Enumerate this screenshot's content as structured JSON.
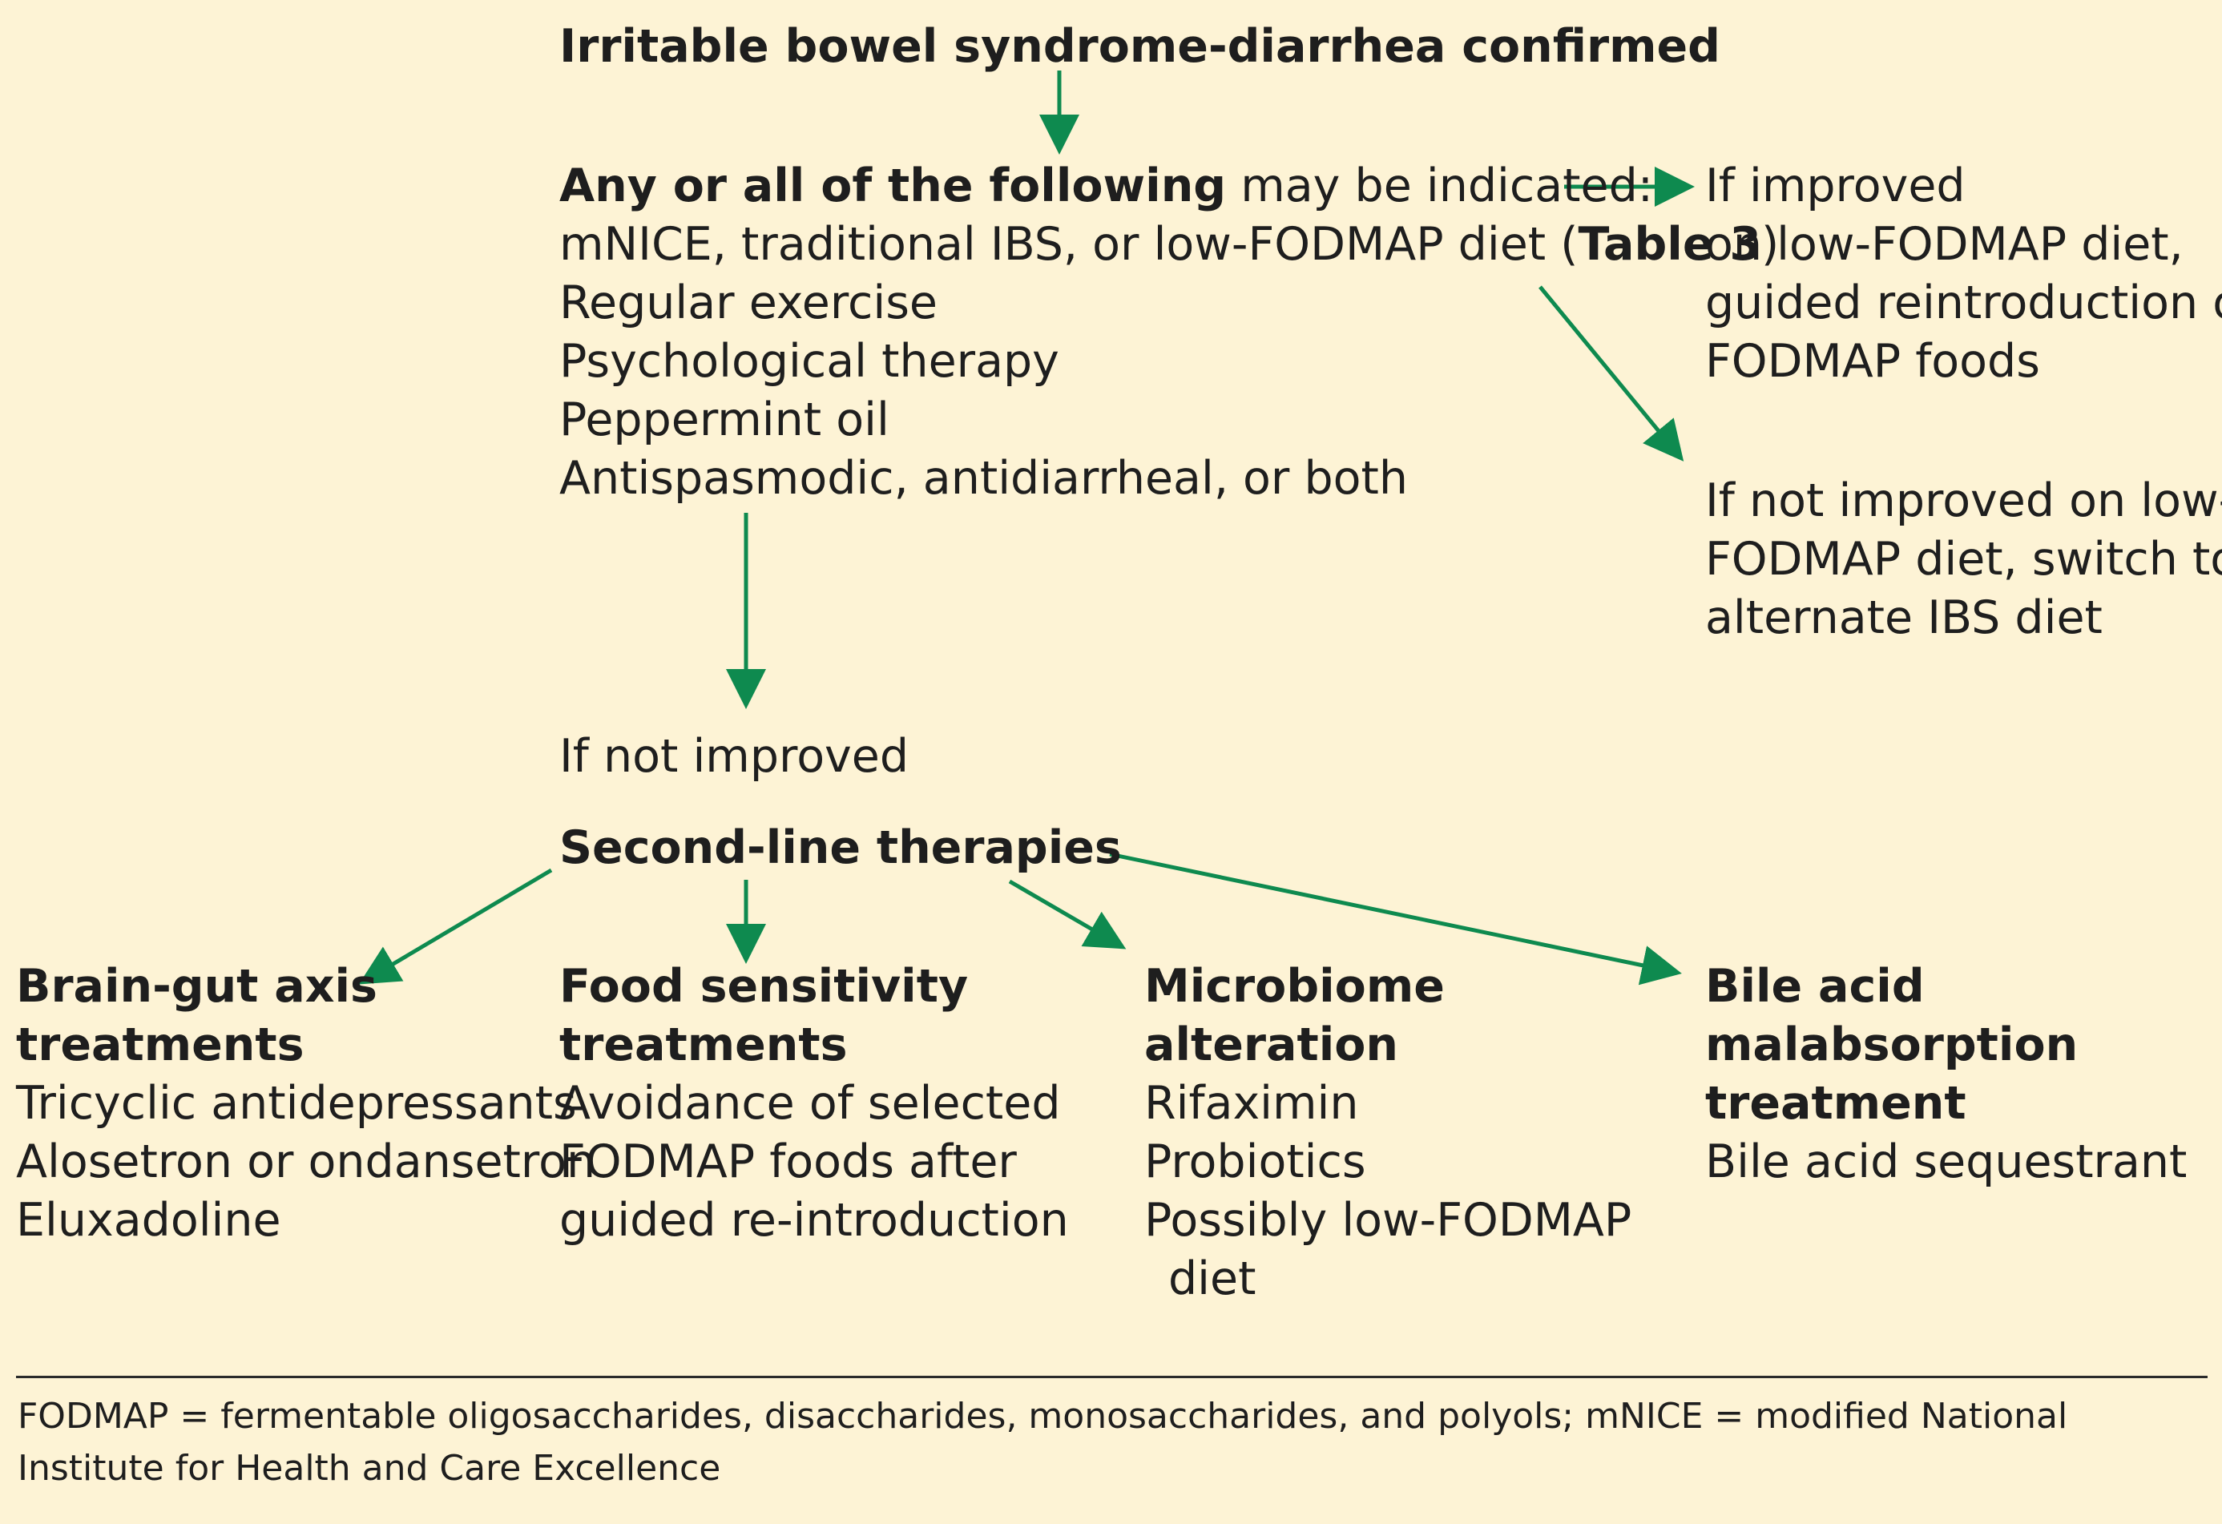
{
  "start": {
    "title": "Irritable bowel syndrome-diarrhea confirmed"
  },
  "first_line": {
    "lead_bold": "Any or all of the following",
    "lead_rest": " may be indicated:",
    "diet_text": "mNICE, traditional IBS, or low-FODMAP diet (",
    "diet_table_ref": "Table 3",
    "diet_close": ")",
    "items": [
      "Regular exercise",
      "Psychological therapy",
      "Peppermint oil",
      "Antispasmodic, antidiarrheal, or both"
    ]
  },
  "improved_branch": {
    "lines": [
      "If improved",
      "on low-FODMAP diet,",
      "guided reintroduction of",
      "FODMAP foods"
    ]
  },
  "not_improved_diet_branch": {
    "lines": [
      "If not improved on low-",
      "FODMAP diet, switch to",
      "alternate IBS diet"
    ]
  },
  "not_improved": {
    "label": "If not improved"
  },
  "second_line": {
    "title": "Second-line therapies"
  },
  "therapies": {
    "brain_gut": {
      "title": [
        "Brain-gut axis",
        "treatments"
      ],
      "items": [
        "Tricyclic antidepressants",
        "Alosetron or ondansetron",
        "Eluxadoline"
      ]
    },
    "food_sensitivity": {
      "title": [
        "Food sensitivity",
        "treatments"
      ],
      "items": [
        "Avoidance of selected",
        "FODMAP foods after",
        "guided re-introduction"
      ]
    },
    "microbiome": {
      "title": [
        "Microbiome",
        "alteration"
      ],
      "items": [
        "Rifaximin",
        "Probiotics",
        "Possibly low-FODMAP",
        "diet"
      ]
    },
    "bile_acid": {
      "title": [
        "Bile acid",
        "malabsorption",
        "treatment"
      ],
      "items": [
        "Bile acid sequestrant"
      ]
    }
  },
  "footnote": "FODMAP = fermentable oligosaccharides, disaccharides, monosaccharides, and polyols; mNICE = modified National Institute for Health and Care Excellence",
  "colors": {
    "arrow": "#0e8a4f",
    "background": "#fdf3d5",
    "text": "#1e1e1e"
  }
}
